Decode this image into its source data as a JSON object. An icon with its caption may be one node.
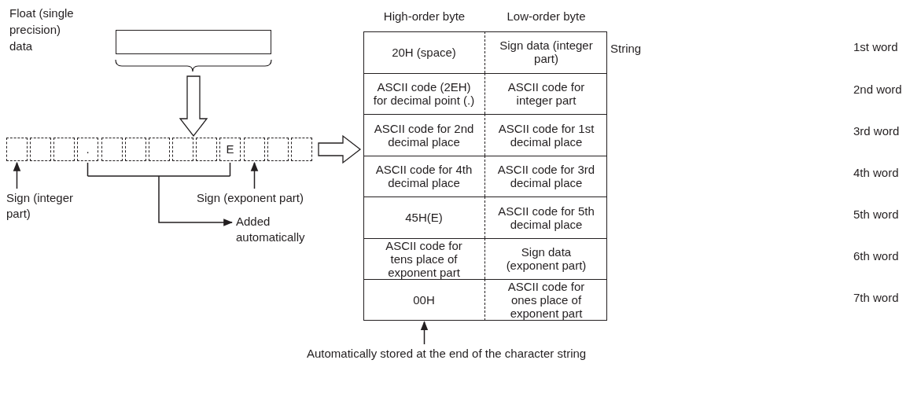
{
  "diagram": {
    "nodes": [
      {
        "text": [],
        "shape": "box",
        "beside": [
          "Float (single precision) data"
        ]
      },
      {
        "text": [],
        "shape": "bar"
      },
      {
        "text": [],
        "shape": "box",
        "in": 1
      },
      {
        "text": [],
        "shape": "box",
        "in": 1
      },
      {
        "text": [],
        "shape": "box",
        "in": 1
      },
      {
        "text": [
          "."
        ],
        "in": 1
      },
      {
        "text": [],
        "shape": "box",
        "in": 1
      },
      {
        "text": [],
        "shape": "box",
        "in": 1
      },
      {
        "text": [],
        "shape": "box",
        "in": 1
      },
      {
        "text": [],
        "shape": "box",
        "in": 1
      },
      {
        "text": [],
        "shape": "box",
        "in": 1
      },
      {
        "text": [
          "E"
        ],
        "in": 1
      },
      {
        "text": [],
        "shape": "box",
        "in": 1
      },
      {
        "text": [],
        "shape": "box",
        "in": 1
      },
      {
        "text": [],
        "shape": "box",
        "in": 1
      },
      {
        "text": [
          "Sign (integer part)"
        ]
      },
      {
        "text": [
          "Sign (exponent part)"
        ]
      },
      {
        "text": [
          "Added automatically"
        ]
      },
      {
        "text": [
          "High-order byte",
          "Low-order byte"
        ]
      },
      {
        "text": [
          "20H (space)"
        ],
        "in": 18
      },
      {
        "text": [
          "Sign data (integer part)"
        ],
        "in": 18
      },
      {
        "text": [
          "ASCII code (2EH) for decimal point (.)"
        ],
        "in": 18
      },
      {
        "text": [
          "ASCII code for integer part"
        ],
        "in": 18
      },
      {
        "text": [
          "ASCII code for 2nd decimal place"
        ],
        "in": 18
      },
      {
        "text": [
          "ASCII code for 1st decimal place"
        ],
        "in": 18
      },
      {
        "text": [
          "ASCII code for 4th decimal place"
        ],
        "in": 18
      },
      {
        "text": [
          "ASCII code for 3rd decimal place"
        ],
        "in": 18
      },
      {
        "text": [
          "45H(E)"
        ],
        "in": 18
      },
      {
        "text": [
          "ASCII code for 5th decimal place"
        ],
        "in": 18
      },
      {
        "text": [
          "ASCII code for tens place of exponent part"
        ],
        "in": 18
      },
      {
        "text": [
          "Sign data (exponent part)"
        ],
        "in": 18
      },
      {
        "text": [
          "00H"
        ],
        "in": 18
      },
      {
        "text": [
          "ASCII code for ones place of exponent part"
        ],
        "in": 18
      },
      {
        "text": [
          "Automatically stored at the end of the character string"
        ]
      }
    ],
    "edges": [
      {
        "from": 0,
        "to": 1,
        "arrow": "to",
        "style": "thick"
      },
      {
        "from": 1,
        "to": 18,
        "arrow": "to",
        "style": "thick"
      },
      {
        "from": 15,
        "to": 2,
        "arrow": "to"
      },
      {
        "from": 16,
        "to": 12,
        "arrow": "to"
      },
      {
        "from": 5,
        "to": 17,
        "arrow": "to"
      },
      {
        "from": 11,
        "to": 17,
        "arrow": "to"
      },
      {
        "from": 33,
        "to": 31,
        "arrow": "to"
      }
    ],
    "labels": [
      "String",
      "1st word",
      "2nd word",
      "3rd word",
      "4th word",
      "5th word",
      "6th word",
      "7th word"
    ]
  }
}
